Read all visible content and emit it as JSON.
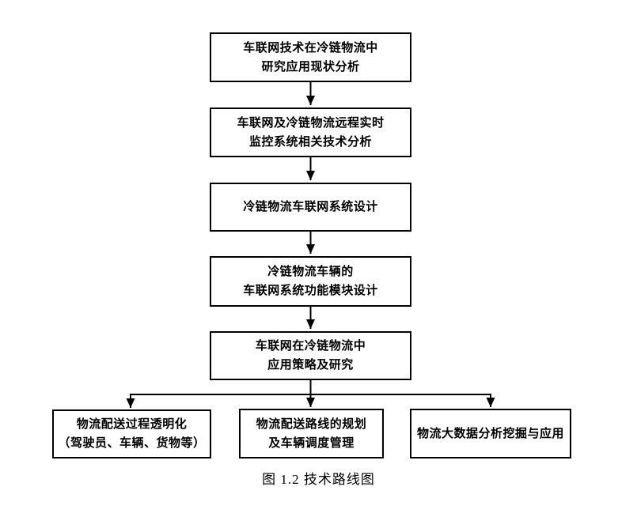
{
  "figure": {
    "caption": "图 1.2 技术路线图",
    "background_color": "#ffffff",
    "line_color": "#000000",
    "text_color": "#000000"
  },
  "flowchart": {
    "type": "top-down flowchart with three-way branch",
    "nodes": [
      {
        "name": "research-status",
        "lines": [
          "车联网技术在冷链物流中",
          "研究应用现状分析"
        ]
      },
      {
        "name": "tech-analysis",
        "lines": [
          "车联网及冷链物流远程实时",
          "监控系统相关技术分析"
        ]
      },
      {
        "name": "system-design",
        "lines": [
          "冷链物流车联网系统设计"
        ]
      },
      {
        "name": "module-design",
        "lines": [
          "冷链物流车辆的",
          "车联网系统功能模块设计"
        ]
      },
      {
        "name": "application-strategy",
        "lines": [
          "车联网在冷链物流中",
          "应用策略及研究"
        ]
      },
      {
        "name": "delivery-transparency",
        "lines": [
          "物流配送过程透明化",
          "（驾驶员、车辆、货物等）"
        ]
      },
      {
        "name": "route-planning",
        "lines": [
          "物流配送路线的规划",
          "及车辆调度管理"
        ]
      },
      {
        "name": "big-data-mining",
        "lines": [
          "物流大数据分析挖掘与应用"
        ]
      }
    ],
    "edges": [
      "research-status -> tech-analysis",
      "tech-analysis -> system-design",
      "system-design -> module-design",
      "module-design -> application-strategy",
      "application-strategy -> delivery-transparency",
      "application-strategy -> route-planning",
      "application-strategy -> big-data-mining"
    ]
  }
}
